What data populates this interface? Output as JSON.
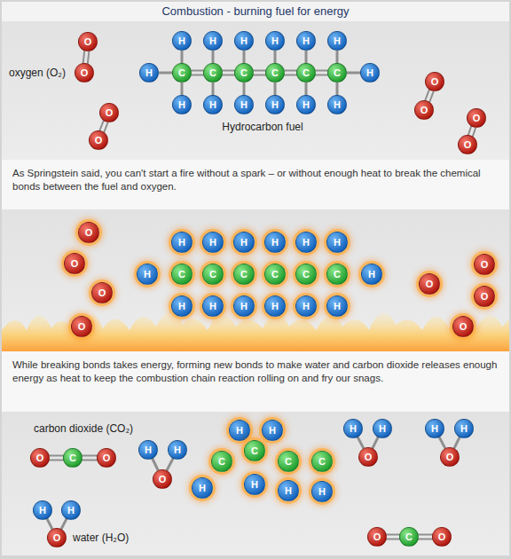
{
  "diagram": {
    "title": "Combustion - burning fuel for energy",
    "nodes": [
      {
        "text": [
          "O"
        ]
      },
      {
        "text": [
          "O"
        ]
      },
      {
        "text": [
          "O"
        ]
      },
      {
        "text": [
          "O"
        ]
      },
      {
        "text": [
          "H"
        ]
      },
      {
        "text": [
          "H"
        ]
      },
      {
        "text": [
          "H"
        ]
      },
      {
        "text": [
          "H"
        ]
      },
      {
        "text": [
          "H"
        ]
      },
      {
        "text": [
          "H"
        ]
      },
      {
        "text": [
          "H"
        ]
      },
      {
        "text": [
          "C"
        ]
      },
      {
        "text": [
          "C"
        ]
      },
      {
        "text": [
          "C"
        ]
      },
      {
        "text": [
          "C"
        ]
      },
      {
        "text": [
          "C"
        ]
      },
      {
        "text": [
          "C"
        ]
      },
      {
        "text": [
          "H"
        ]
      },
      {
        "text": [
          "H"
        ]
      },
      {
        "text": [
          "H"
        ]
      },
      {
        "text": [
          "H"
        ]
      },
      {
        "text": [
          "H"
        ]
      },
      {
        "text": [
          "H"
        ]
      },
      {
        "text": [
          "H"
        ]
      },
      {
        "text": [
          "O"
        ]
      },
      {
        "text": [
          "O"
        ]
      },
      {
        "text": [
          "O"
        ]
      },
      {
        "text": [
          "O"
        ]
      },
      {
        "text": [
          "O"
        ]
      },
      {
        "text": [
          "O"
        ]
      },
      {
        "text": [
          "O"
        ]
      },
      {
        "text": [
          "O"
        ]
      },
      {
        "text": [
          "H"
        ]
      },
      {
        "text": [
          "H"
        ]
      },
      {
        "text": [
          "H"
        ]
      },
      {
        "text": [
          "H"
        ]
      },
      {
        "text": [
          "H"
        ]
      },
      {
        "text": [
          "H"
        ]
      },
      {
        "text": [
          "H"
        ]
      },
      {
        "text": [
          "C"
        ]
      },
      {
        "text": [
          "C"
        ]
      },
      {
        "text": [
          "C"
        ]
      },
      {
        "text": [
          "C"
        ]
      },
      {
        "text": [
          "C"
        ]
      },
      {
        "text": [
          "C"
        ]
      },
      {
        "text": [
          "H"
        ]
      },
      {
        "text": [
          "H"
        ]
      },
      {
        "text": [
          "H"
        ]
      },
      {
        "text": [
          "H"
        ]
      },
      {
        "text": [
          "H"
        ]
      },
      {
        "text": [
          "H"
        ]
      },
      {
        "text": [
          "H"
        ]
      },
      {
        "text": [
          "O"
        ]
      },
      {
        "text": [
          "O"
        ]
      },
      {
        "text": [
          "O"
        ]
      },
      {
        "text": [
          "O"
        ]
      },
      {
        "text": [
          "O"
        ]
      },
      {
        "text": [
          "C"
        ]
      },
      {
        "text": [
          "O"
        ]
      },
      {
        "text": [
          "H"
        ]
      },
      {
        "text": [
          "H"
        ]
      },
      {
        "text": [
          "O"
        ]
      },
      {
        "text": [
          "H"
        ]
      },
      {
        "text": [
          "H"
        ]
      },
      {
        "text": [
          "C"
        ]
      },
      {
        "text": [
          "C"
        ]
      },
      {
        "text": [
          "C"
        ]
      },
      {
        "text": [
          "C"
        ]
      },
      {
        "text": [
          "H"
        ]
      },
      {
        "text": [
          "H"
        ]
      },
      {
        "text": [
          "H"
        ]
      },
      {
        "text": [
          "H"
        ]
      },
      {
        "text": [
          "H"
        ]
      },
      {
        "text": [
          "H"
        ]
      },
      {
        "text": [
          "O"
        ]
      },
      {
        "text": [
          "H"
        ]
      },
      {
        "text": [
          "H"
        ]
      },
      {
        "text": [
          "O"
        ]
      },
      {
        "text": [
          "H"
        ]
      },
      {
        "text": [
          "H"
        ]
      },
      {
        "text": [
          "O"
        ]
      },
      {
        "text": [
          "O"
        ]
      },
      {
        "text": [
          "C"
        ]
      },
      {
        "text": [
          "O"
        ]
      }
    ],
    "edges": [
      {
        "from": 0,
        "to": 1,
        "arrow": "none"
      },
      {
        "from": 2,
        "to": 3,
        "arrow": "none"
      },
      {
        "from": 4,
        "to": 11,
        "arrow": "none"
      },
      {
        "from": 5,
        "to": 12,
        "arrow": "none"
      },
      {
        "from": 6,
        "to": 13,
        "arrow": "none"
      },
      {
        "from": 7,
        "to": 14,
        "arrow": "none"
      },
      {
        "from": 8,
        "to": 15,
        "arrow": "none"
      },
      {
        "from": 9,
        "to": 16,
        "arrow": "none"
      },
      {
        "from": 10,
        "to": 11,
        "arrow": "none"
      },
      {
        "from": 11,
        "to": 12,
        "arrow": "none"
      },
      {
        "from": 12,
        "to": 13,
        "arrow": "none"
      },
      {
        "from": 13,
        "to": 14,
        "arrow": "none"
      },
      {
        "from": 14,
        "to": 15,
        "arrow": "none"
      },
      {
        "from": 15,
        "to": 16,
        "arrow": "none"
      },
      {
        "from": 16,
        "to": 17,
        "arrow": "none"
      },
      {
        "from": 18,
        "to": 11,
        "arrow": "none"
      },
      {
        "from": 19,
        "to": 12,
        "arrow": "none"
      },
      {
        "from": 20,
        "to": 13,
        "arrow": "none"
      },
      {
        "from": 21,
        "to": 14,
        "arrow": "none"
      },
      {
        "from": 22,
        "to": 15,
        "arrow": "none"
      },
      {
        "from": 23,
        "to": 16,
        "arrow": "none"
      },
      {
        "from": 24,
        "to": 25,
        "arrow": "none"
      },
      {
        "from": 26,
        "to": 27,
        "arrow": "none"
      },
      {
        "from": 56,
        "to": 57,
        "arrow": "none"
      },
      {
        "from": 57,
        "to": 58,
        "arrow": "none"
      },
      {
        "from": 59,
        "to": 61,
        "arrow": "none"
      },
      {
        "from": 60,
        "to": 61,
        "arrow": "none"
      },
      {
        "from": 72,
        "to": 74,
        "arrow": "none"
      },
      {
        "from": 73,
        "to": 74,
        "arrow": "none"
      },
      {
        "from": 75,
        "to": 77,
        "arrow": "none"
      },
      {
        "from": 76,
        "to": 77,
        "arrow": "none"
      },
      {
        "from": 78,
        "to": 80,
        "arrow": "none"
      },
      {
        "from": 79,
        "to": 80,
        "arrow": "none"
      },
      {
        "from": 81,
        "to": 82,
        "arrow": "none"
      },
      {
        "from": 82,
        "to": 83,
        "arrow": "none"
      }
    ],
    "labels": [
      "oxygen (O₂)",
      "Hydrocarbon fuel",
      "As Springstein said, you can't start a fire without a spark – or without enough heat to break the chemical bonds between the fuel and oxygen.",
      "While breaking bonds takes energy, forming new bonds to make water and carbon dioxide releases enough energy as heat to keep the combustion chain reaction rolling on and fry our snags.",
      "carbon dioxide (CO₂)",
      "water (H₂O)"
    ]
  }
}
